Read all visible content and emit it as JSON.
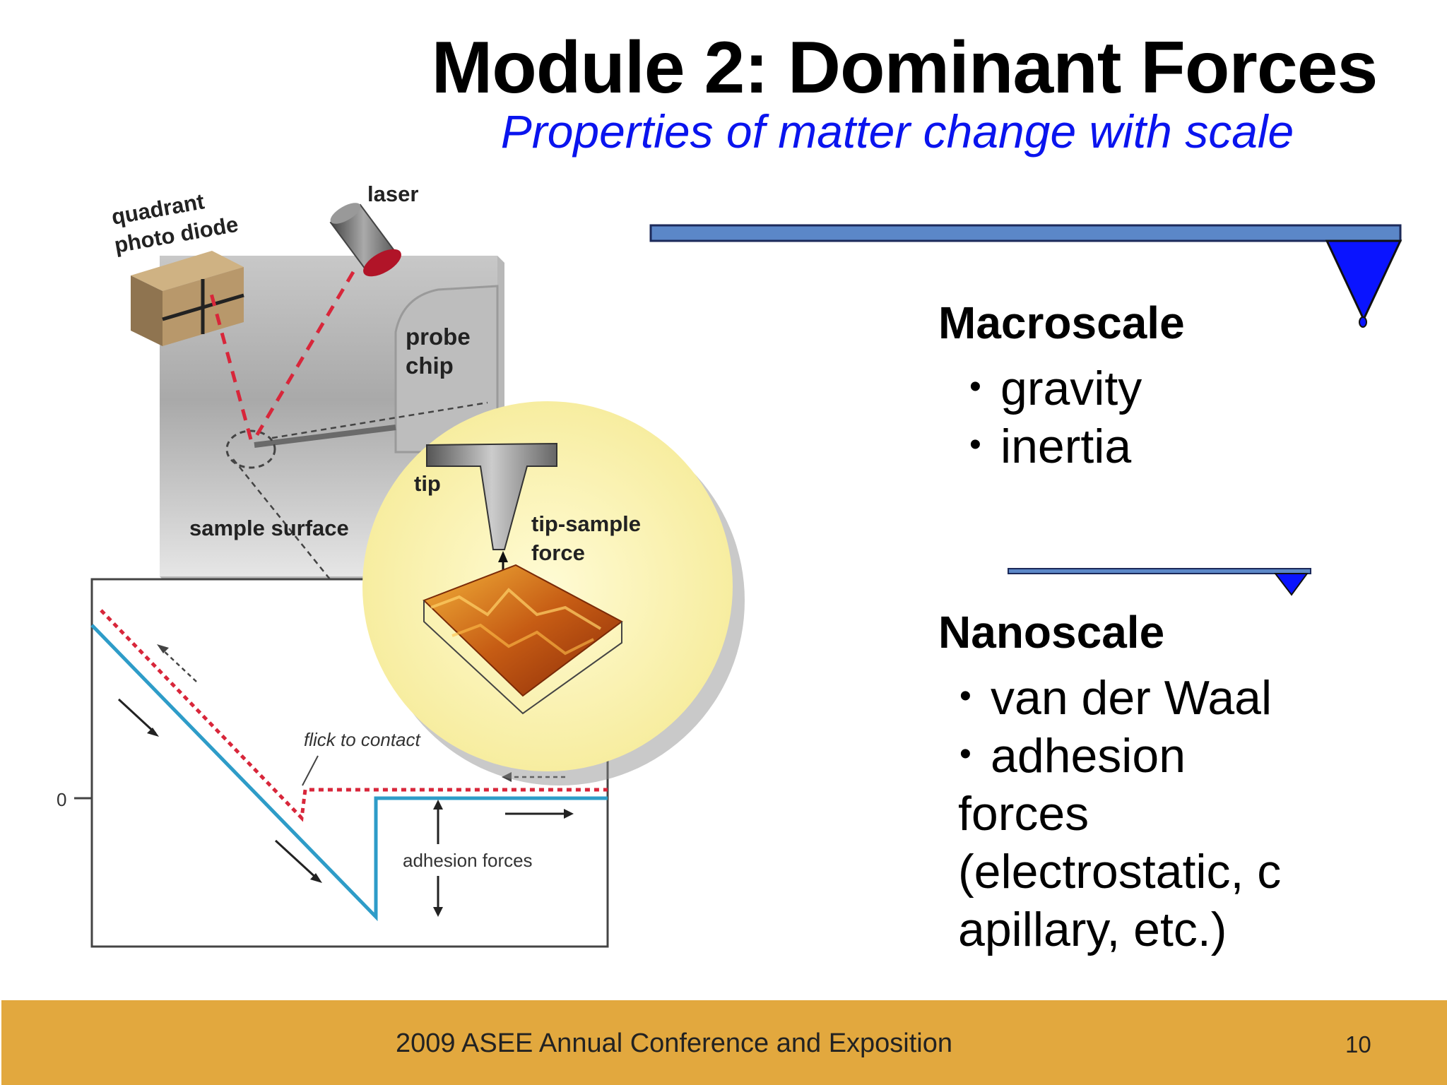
{
  "slide": {
    "title": "Module 2: Dominant Forces",
    "subtitle": "Properties of matter change with scale",
    "number": "10"
  },
  "figure": {
    "label_photodiode_1": "quadrant",
    "label_photodiode_2": "photo diode",
    "label_laser": "laser",
    "label_probe_1": "probe",
    "label_probe_2": "chip",
    "label_sample_surface": "sample surface",
    "label_tip": "tip",
    "label_force_1": "tip-sample",
    "label_force_2": "force",
    "label_flick": "flick to contact",
    "label_zero": "0",
    "label_adhesion": "adhesion forces"
  },
  "macro": {
    "heading": "Macroscale",
    "bullets": [
      "gravity",
      "inertia"
    ]
  },
  "nano": {
    "heading": "Nanoscale",
    "bullets": [
      "van der Waal",
      "adhesion"
    ],
    "continuation": [
      "forces",
      "(electrostatic, c",
      "apillary, etc.)"
    ]
  },
  "footer": {
    "text": "2009 ASEE Annual Conference and Exposition"
  },
  "colors": {
    "title": "#000000",
    "subtitle": "#0a14ee",
    "cantilever": "#5b87c8",
    "tip": "#0a14ff",
    "footer": "#e2a83e",
    "laser": "#d8263a",
    "curve_approach": "#2e9cc8",
    "curve_retract": "#d8263a"
  }
}
